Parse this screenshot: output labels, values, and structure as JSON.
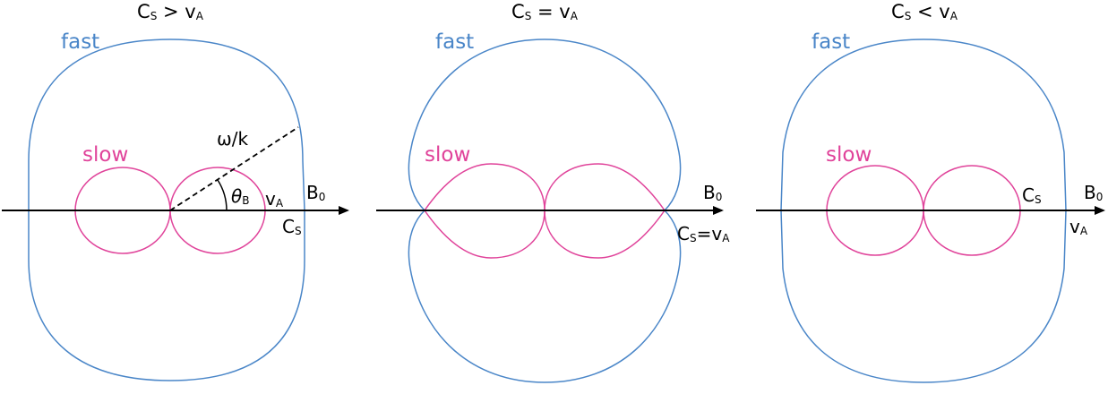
{
  "colors": {
    "fast": "#4a86c8",
    "slow": "#e0439a",
    "axis": "#000000"
  },
  "panels": [
    {
      "title": {
        "c": "C",
        "c_sub": "S",
        "relation": " > ",
        "v": "v",
        "v_sub": "A"
      },
      "fast_label": "fast",
      "slow_label": "slow",
      "field_label": {
        "main": "B",
        "sub": "0"
      },
      "wave_label": "ω/k",
      "angle_label": {
        "main": "θ",
        "sub": "B"
      },
      "va_label": {
        "main": "v",
        "sub": "A"
      },
      "cs_label": {
        "main": "C",
        "sub": "S"
      }
    },
    {
      "title": {
        "c": "C",
        "c_sub": "S",
        "relation": " = ",
        "v": "v",
        "v_sub": "A"
      },
      "fast_label": "fast",
      "slow_label": "slow",
      "field_label": {
        "main": "B",
        "sub": "0"
      },
      "csva_label": {
        "c": "C",
        "c_sub": "S",
        "eq": "=",
        "v": "v",
        "v_sub": "A"
      }
    },
    {
      "title": {
        "c": "C",
        "c_sub": "S",
        "relation": " < ",
        "v": "v",
        "v_sub": "A"
      },
      "fast_label": "fast",
      "slow_label": "slow",
      "field_label": {
        "main": "B",
        "sub": "0"
      },
      "cs_label": {
        "main": "C",
        "sub": "S"
      },
      "va_label": {
        "main": "v",
        "sub": "A"
      }
    }
  ]
}
